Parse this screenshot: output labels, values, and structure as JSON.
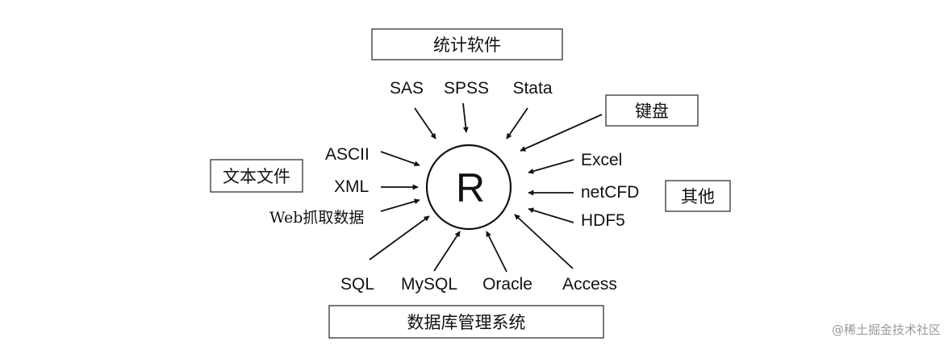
{
  "center_label": "R",
  "groups": {
    "stats": {
      "title": "统计软件",
      "items": [
        "SAS",
        "SPSS",
        "Stata"
      ]
    },
    "keyboard": {
      "title": "键盘"
    },
    "text_files": {
      "title": "文本文件",
      "items": [
        "ASCII",
        "XML",
        "Web抓取数据"
      ]
    },
    "other": {
      "title": "其他",
      "items": [
        "Excel",
        "netCFD",
        "HDF5"
      ]
    },
    "dbms": {
      "title": "数据库管理系统",
      "items": [
        "SQL",
        "MySQL",
        "Oracle",
        "Access"
      ]
    }
  },
  "watermark": "@稀土掘金技术社区"
}
